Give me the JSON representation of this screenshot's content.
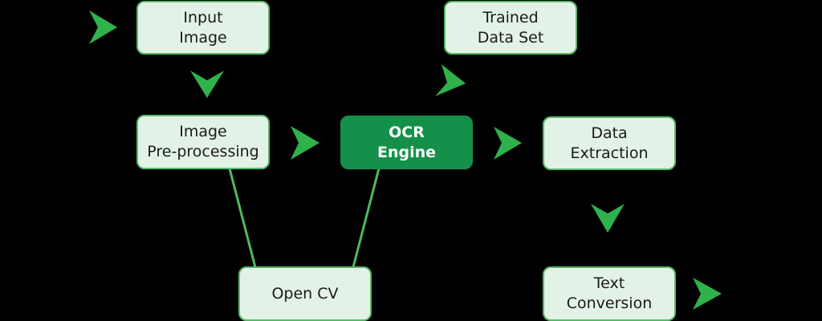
{
  "diagram": {
    "title_hidden": false,
    "colors": {
      "background": "#000000",
      "node_fill": "#e3f2e6",
      "node_border": "#58b86a",
      "primary_fill": "#14904a",
      "arrow": "#2fb24c",
      "line": "#4cbc5e"
    },
    "nodes": {
      "input_image": {
        "line1": "Input",
        "line2": "Image"
      },
      "trained_data_set": {
        "line1": "Trained",
        "line2": "Data Set"
      },
      "image_preprocessing": {
        "line1": "Image",
        "line2": "Pre-processing"
      },
      "ocr_engine": {
        "line1": "OCR",
        "line2": "Engine"
      },
      "data_extraction": {
        "line1": "Data",
        "line2": "Extraction"
      },
      "open_cv": {
        "line1": "Open CV"
      },
      "text_conversion": {
        "line1": "Text",
        "line2": "Conversion"
      }
    },
    "edges": [
      {
        "from": "start",
        "to": "input_image"
      },
      {
        "from": "input_image",
        "to": "image_preprocessing"
      },
      {
        "from": "image_preprocessing",
        "to": "ocr_engine"
      },
      {
        "from": "ocr_engine",
        "to": "trained_data_set"
      },
      {
        "from": "ocr_engine",
        "to": "data_extraction"
      },
      {
        "from": "data_extraction",
        "to": "text_conversion"
      },
      {
        "from": "text_conversion",
        "to": "end"
      },
      {
        "from": "image_preprocessing",
        "to": "open_cv",
        "style": "line"
      },
      {
        "from": "ocr_engine",
        "to": "open_cv",
        "style": "line"
      }
    ]
  }
}
